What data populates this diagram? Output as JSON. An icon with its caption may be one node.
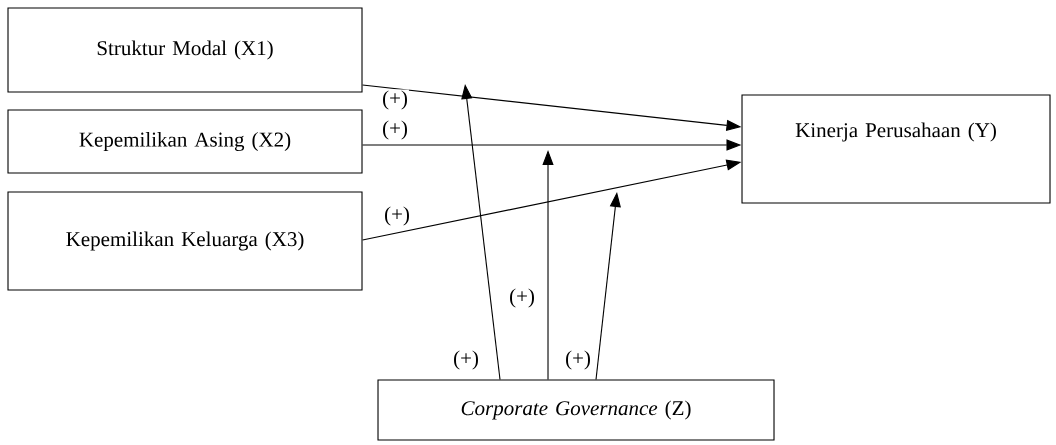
{
  "diagram": {
    "nodes": [
      {
        "text": [
          "Struktur Modal (X1)"
        ]
      },
      {
        "text": [
          "Kepemilikan Asing (X2)"
        ]
      },
      {
        "text": [
          "Kepemilikan Keluarga (X3)"
        ]
      },
      {
        "text": [
          "Kinerja Perusahaan (Y)"
        ]
      },
      {
        "text": [
          "*Corporate Governance* (Z)"
        ]
      }
    ],
    "edges": [
      {
        "from": 0,
        "to": 3,
        "arrow": "to",
        "label": "(+)"
      },
      {
        "from": 1,
        "to": 3,
        "arrow": "to",
        "label": "(+)"
      },
      {
        "from": 2,
        "to": 3,
        "arrow": "to",
        "label": "(+)"
      },
      {
        "from": 4,
        "to": null,
        "arrow": "to",
        "label": "(+)"
      },
      {
        "from": 4,
        "to": null,
        "arrow": "to",
        "label": "(+)"
      },
      {
        "from": 4,
        "to": null,
        "arrow": "to",
        "label": "(+)"
      }
    ]
  }
}
